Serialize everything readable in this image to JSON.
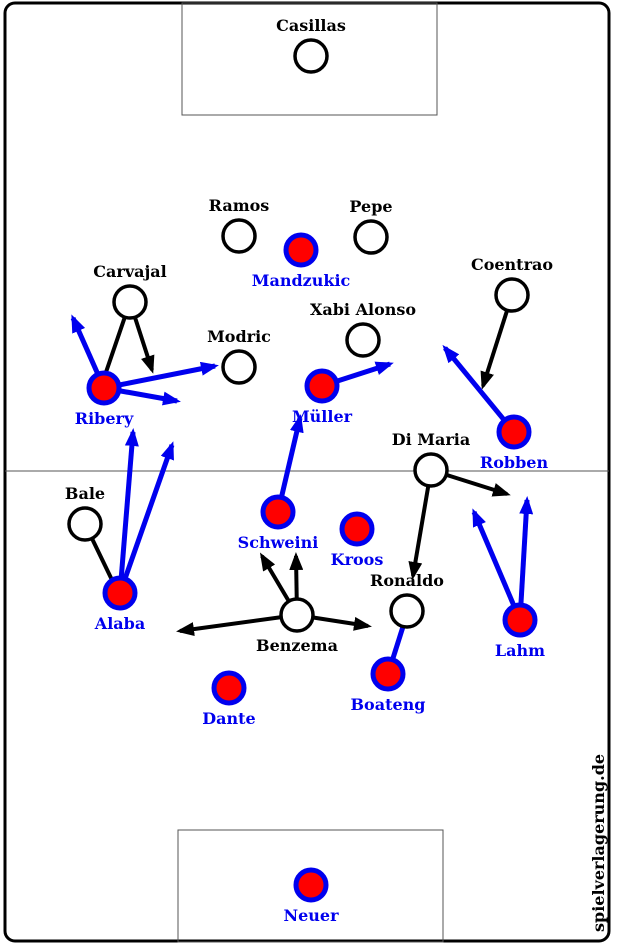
{
  "colors": {
    "team_a": "#000000",
    "team_b_fill": "#ff0000",
    "team_b_stroke": "#0000ee",
    "arrow_b": "#0000ee"
  },
  "team_a": [
    {
      "id": "casillas",
      "name": "Casillas"
    },
    {
      "id": "ramos",
      "name": "Ramos"
    },
    {
      "id": "pepe",
      "name": "Pepe"
    },
    {
      "id": "carvajal",
      "name": "Carvajal"
    },
    {
      "id": "coentrao",
      "name": "Coentrao"
    },
    {
      "id": "xabi",
      "name": "Xabi Alonso"
    },
    {
      "id": "modric",
      "name": "Modric"
    },
    {
      "id": "dimaria",
      "name": "Di Maria"
    },
    {
      "id": "bale",
      "name": "Bale"
    },
    {
      "id": "ronaldo",
      "name": "Ronaldo"
    },
    {
      "id": "benzema",
      "name": "Benzema"
    }
  ],
  "team_b": [
    {
      "id": "mandzukic",
      "name": "Mandzukic"
    },
    {
      "id": "ribery",
      "name": "Ribery"
    },
    {
      "id": "muller",
      "name": "Müller"
    },
    {
      "id": "robben",
      "name": "Robben"
    },
    {
      "id": "schweini",
      "name": "Schweini"
    },
    {
      "id": "kroos",
      "name": "Kroos"
    },
    {
      "id": "alaba",
      "name": "Alaba"
    },
    {
      "id": "lahm",
      "name": "Lahm"
    },
    {
      "id": "dante",
      "name": "Dante"
    },
    {
      "id": "boateng",
      "name": "Boateng"
    },
    {
      "id": "neuer",
      "name": "Neuer"
    }
  ],
  "watermark": "spielverlagerung.de"
}
